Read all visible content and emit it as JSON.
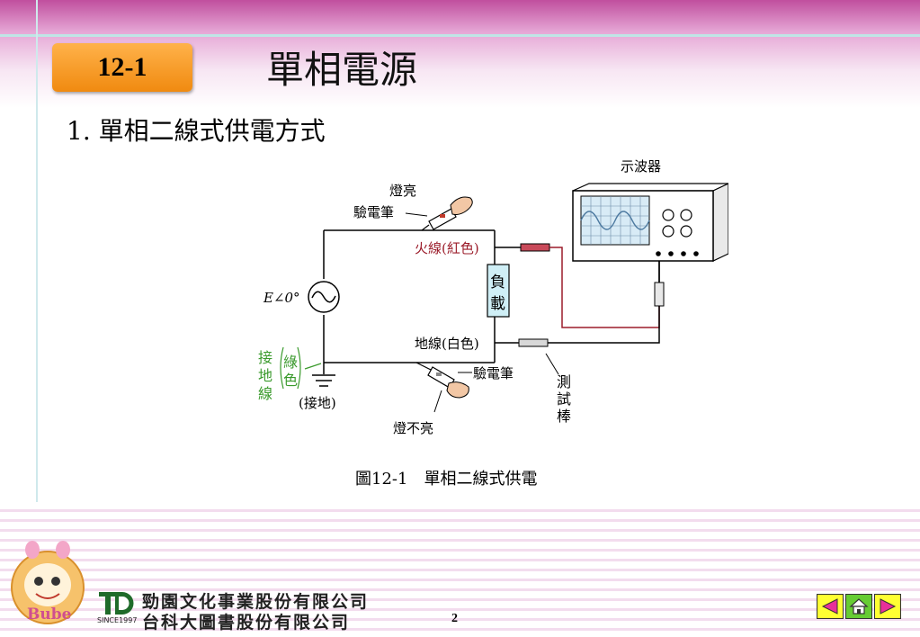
{
  "slide": {
    "number": "12-1",
    "title": "單相電源",
    "subtitle": "1. 單相二線式供電方式",
    "caption": "圖12-1　單相二線式供電",
    "page": "2"
  },
  "diagram": {
    "oscilloscope": "示波器",
    "lamp_on": "燈亮",
    "tester_top": "驗電筆",
    "live_wire": "火線(紅色)",
    "load_1": "負",
    "load_2": "載",
    "neutral_wire": "地線(白色)",
    "tester_bottom": "驗電筆",
    "lamp_off": "燈不亮",
    "probe_1": "測",
    "probe_2": "試",
    "probe_3": "棒",
    "source": "E∠0°",
    "ground_1": "接",
    "ground_2": "地",
    "ground_3": "線",
    "green_1": "綠",
    "green_2": "色",
    "grounding": "(接地)"
  },
  "footer": {
    "company_1": "勁園文化事業股份有限公司",
    "company_2": "台科大圖書股份有限公司",
    "since": "SINCE1997",
    "mascot": "Bube"
  },
  "colors": {
    "badge": "#f59a1c",
    "live": "#9b1c2a",
    "ground_text": "#3a9a2c",
    "nav": "#ffff33"
  }
}
